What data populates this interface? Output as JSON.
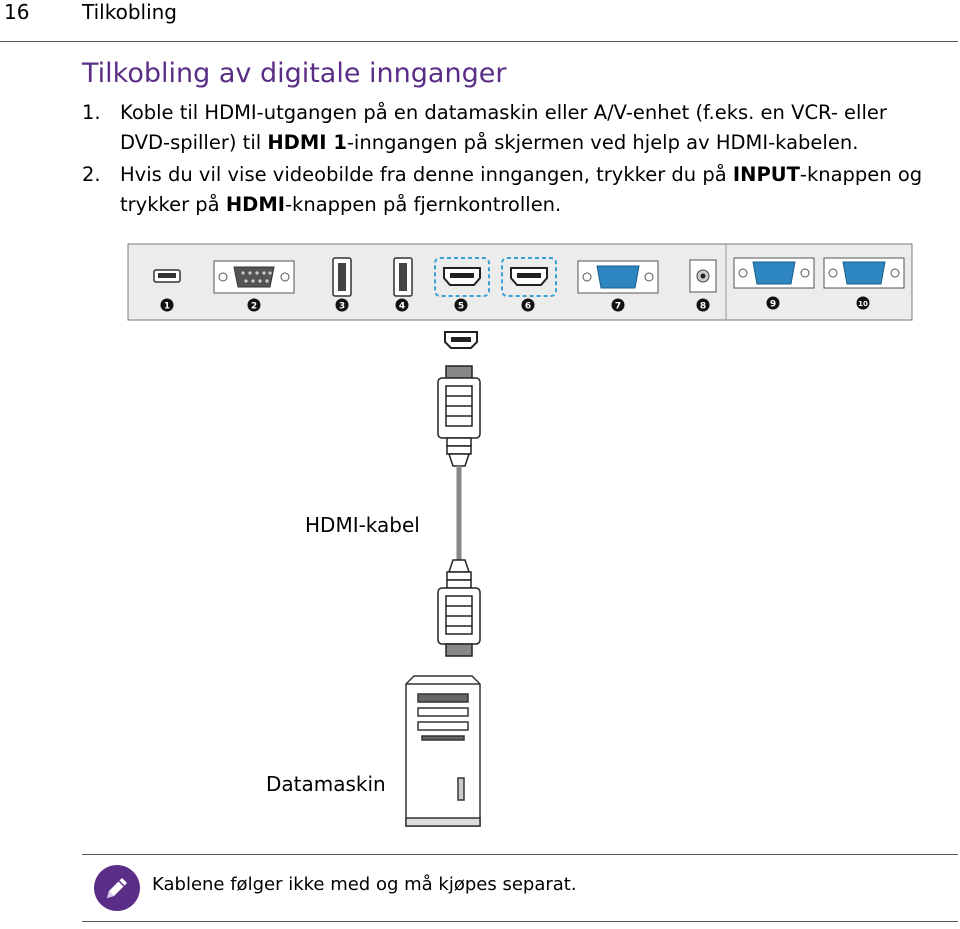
{
  "header": {
    "page_number": "16",
    "running_title": "Tilkobling"
  },
  "section": {
    "title": "Tilkobling av digitale innganger"
  },
  "steps": [
    {
      "num": "1.",
      "t1": "Koble til HDMI-utgangen på en datamaskin eller A/V-enhet (f.eks. en VCR- eller DVD-spiller) til ",
      "b1": "HDMI 1",
      "t2": "-inngangen på skjermen ved hjelp av HDMI-kabelen."
    },
    {
      "num": "2.",
      "t1": "Hvis du vil vise videobilde fra denne inngangen, trykker du på ",
      "b1": "INPUT",
      "t2": "-knappen og trykker på ",
      "b2": "HDMI",
      "t3": "-knappen på fjernkontrollen."
    }
  ],
  "diagram": {
    "port_numbers": [
      "1",
      "2",
      "3",
      "4",
      "5",
      "6",
      "7",
      "8",
      "9",
      "10"
    ],
    "highlight_color": "#3aa0d8",
    "vga_color": "#2e86c1",
    "cable_label": "HDMI-kabel",
    "computer_label": "Datamaskin"
  },
  "note": {
    "icon": "pencil-icon",
    "icon_color": "#5a2e86",
    "text": "Kablene følger ikke med og må kjøpes separat."
  }
}
